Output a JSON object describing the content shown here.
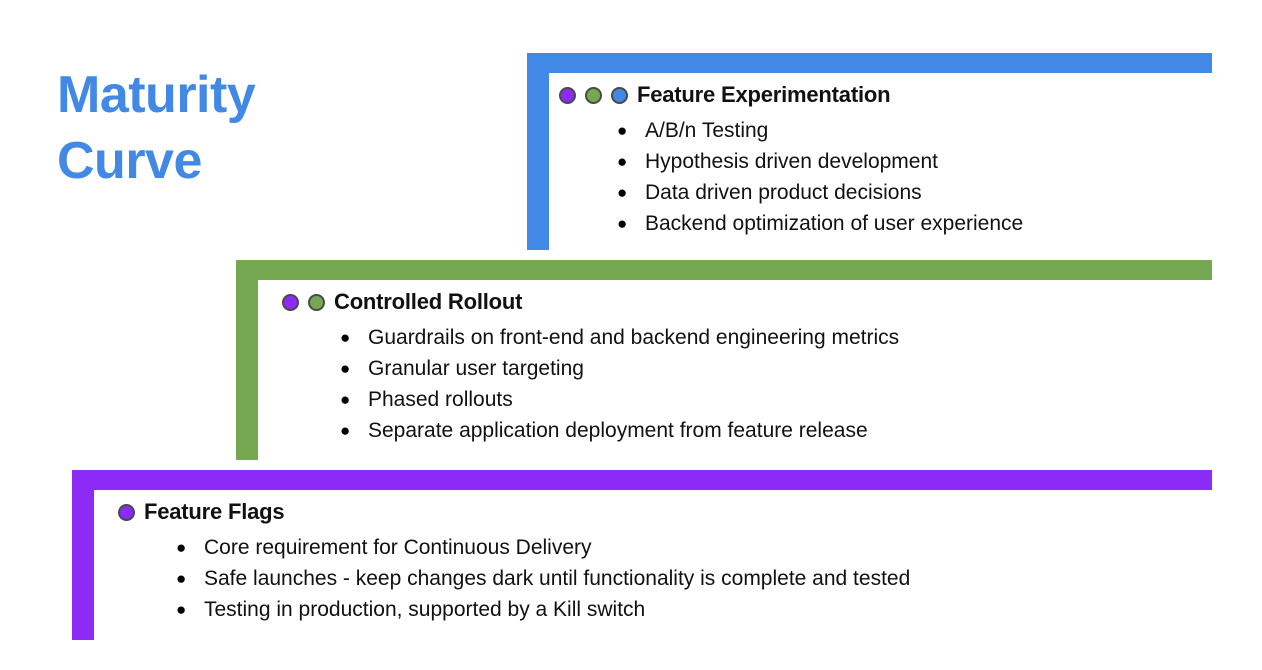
{
  "slide": {
    "title_line1": "Maturity",
    "title_line2": "Curve",
    "title_color": "#4189E4",
    "background": "#ffffff"
  },
  "colors": {
    "purple": "#8B2BF5",
    "green": "#76A852",
    "blue": "#4189E4",
    "dot_outline": "#4a4a4a",
    "text": "#111111"
  },
  "tiers": [
    {
      "id": "feature-experimentation",
      "title": "Feature Experimentation",
      "accent": "#4189E4",
      "dots": [
        "purple",
        "green",
        "blue"
      ],
      "bullet_glyph": "●",
      "bullets": [
        "A/B/n Testing",
        "Hypothesis driven development",
        "Data driven product decisions",
        "Backend optimization of user experience"
      ]
    },
    {
      "id": "controlled-rollout",
      "title": "Controlled Rollout",
      "accent": "#76A852",
      "dots": [
        "purple",
        "green"
      ],
      "bullet_glyph": "●",
      "bullets": [
        "Guardrails on front-end and backend engineering metrics",
        "Granular user targeting",
        "Phased rollouts",
        "Separate application deployment from feature release"
      ]
    },
    {
      "id": "feature-flags",
      "title": "Feature Flags",
      "accent": "#8B2BF5",
      "dots": [
        "purple"
      ],
      "bullet_glyph": "●",
      "bullets": [
        "Core requirement for Continuous Delivery",
        "Safe launches - keep changes dark until functionality is complete and tested",
        "Testing in production, supported by a Kill switch"
      ]
    }
  ]
}
